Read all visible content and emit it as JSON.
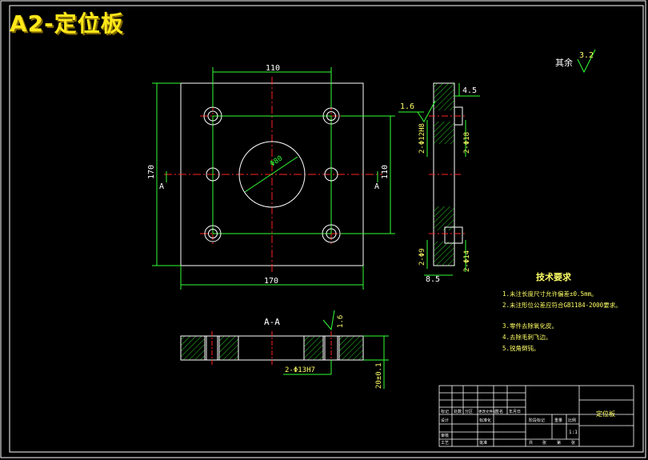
{
  "page_title": "A2-定位板",
  "colors": {
    "background": "#000000",
    "outline": "#ffffff",
    "dimension": "#33ff33",
    "centerline": "#ff2222",
    "text": "#ffffff",
    "annotation": "#ffff66",
    "hatch": "#33ff33",
    "title_color": "#ffe81a"
  },
  "roughness": {
    "label": "其余",
    "value": "3.2"
  },
  "plan_view": {
    "dim_top": "110",
    "dim_left": "170",
    "dim_right": "110",
    "dim_bottom": "170",
    "center_hole": "Φ80",
    "section_mark_left": "A",
    "section_mark_right": "A"
  },
  "side_view": {
    "surface_finish": "1.6",
    "dim_top_thickness": "4.5",
    "hole_upper_left": "2-Φ12H8",
    "hole_upper_right": "2-Φ18",
    "hole_lower_left": "2-Φ9",
    "hole_lower_right": "2-Φ14",
    "dim_bottom": "8.5"
  },
  "section_view": {
    "label": "A-A",
    "surface_finish": "1.6",
    "hole_note": "2-Φ13H7",
    "thickness": "20±0.1"
  },
  "tech_requirements": {
    "heading": "技术要求",
    "items": [
      "1.未注长度尺寸允许偏差±0.5mm。",
      "2.未注形位公差应符合GB1184-2000要求。",
      "3.零件去除氧化皮。",
      "4.去除毛刺飞边。",
      "5.锐角倒钝。"
    ]
  },
  "title_block": {
    "part_name": "定位板",
    "scale": "1:1",
    "row_labels": [
      "标记",
      "设计",
      "审核",
      "工艺"
    ],
    "col_labels": [
      "处数",
      "分区",
      "更改文件号",
      "签名",
      "年月日"
    ],
    "mid_labels": [
      "标准化",
      "批准"
    ],
    "stage_labels": [
      "阶段标记",
      "重量",
      "比例"
    ],
    "sheet_labels": [
      "共",
      "张",
      "第",
      "张"
    ]
  }
}
